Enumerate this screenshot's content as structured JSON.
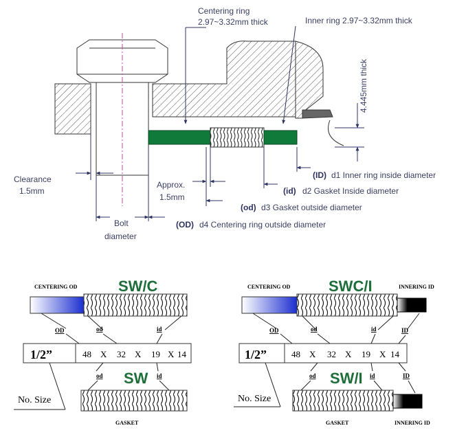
{
  "top_diagram": {
    "centering_ring_line1": "Centering ring",
    "centering_ring_line2": "2.97~3.32mm thick",
    "inner_ring": "Inner ring 2.97~3.32mm thick",
    "thickness": "4.445mm thick",
    "clearance_line1": "Clearance",
    "clearance_line2": "1.5mm",
    "approx_line1": "Approx.",
    "approx_line2": "1.5mm",
    "bolt_line1": "Bolt",
    "bolt_line2": "diameter",
    "d1_abbr": "(ID)",
    "d1_text": "d1 Inner ring inside diameter",
    "d2_abbr": "(id)",
    "d2_text": "d2 Gasket Inside diameter",
    "d3_abbr": "(od)",
    "d3_text": "d3 Gasket outside diameter",
    "d4_abbr": "(OD)",
    "d4_text": "d4 Centering ring outside diameter"
  },
  "left_spec": {
    "centering_od": "CENTERING OD",
    "type_top": "SW/C",
    "type_bottom": "SW",
    "tag_OD": "OD",
    "tag_od": "od",
    "tag_id": "id",
    "tag_od_b": "od",
    "tag_id_b": "id",
    "size": "1/2”",
    "values": [
      "48",
      "X",
      "32",
      "X",
      "19",
      "X",
      "14"
    ],
    "no_size": "No. Size",
    "gasket": "GASKET"
  },
  "right_spec": {
    "centering_od": "CENTERING OD",
    "inner_ring_id_top": "INNERING ID",
    "type_top": "SWC/I",
    "type_bottom": "SW/I",
    "tag_OD": "OD",
    "tag_od": "od",
    "tag_id": "id",
    "tag_ID": "ID",
    "tag_od_b": "od",
    "tag_id_b": "id",
    "tag_ID_b": "ID",
    "size": "1/2”",
    "values": [
      "48",
      "X",
      "32",
      "X",
      "19",
      "X",
      "14"
    ],
    "no_size": "No. Size",
    "gasket": "GASKET",
    "inner_ring_id_bottom": "INNERING ID"
  },
  "colors": {
    "ring_green": "#0f7a3a",
    "centering_blue": "#1c2fd0",
    "label_blue": "#3a3f63",
    "type_green": "#1e6e3a"
  }
}
